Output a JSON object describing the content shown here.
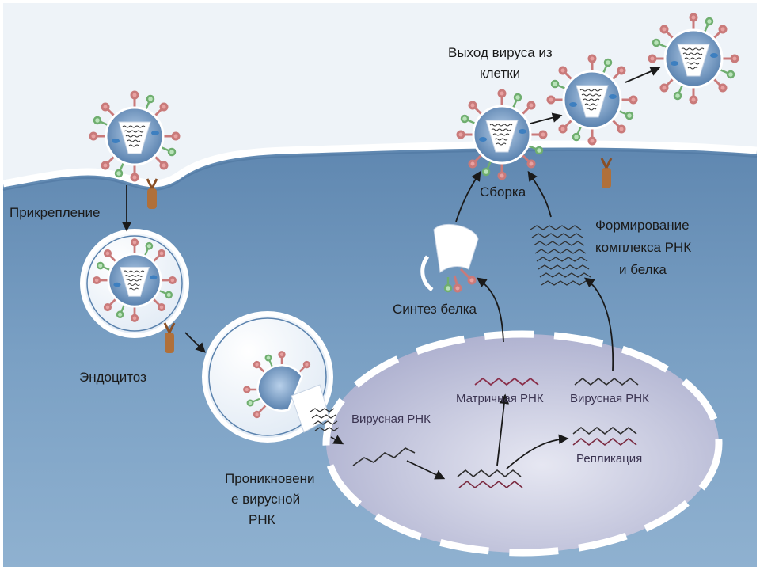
{
  "labels": {
    "attachment": "Прикрепление",
    "endocytosis": "Эндоцитоз",
    "penetration_line1": "Проникновени",
    "penetration_line2": "е вирусной",
    "penetration_line3": "РНК",
    "viral_rna_entry": "Вирусная РНК",
    "mrna": "Матричная РНК",
    "viral_rna_nucleus": "Вирусная РНК",
    "replication": "Репликация",
    "protein_synthesis": "Синтез белка",
    "complex_line1": "Формирование",
    "complex_line2": "комплекса РНК",
    "complex_line3": "и белка",
    "assembly": "Сборка",
    "exit_line1": "Выход вируса из",
    "exit_line2": "клетки"
  },
  "colors": {
    "outside": "#eef3f8",
    "cytoplasm": "#6f94ba",
    "membrane": "#ffffff",
    "nucleus": "#c9cbe0",
    "virus_core": "#ffffff",
    "spike_red": "#d98a8a",
    "spike_green": "#8fcf8f",
    "rna_dark": "#3a3a3a",
    "mrna_red": "#8a2f4a",
    "arrow": "#1a1a1a"
  }
}
